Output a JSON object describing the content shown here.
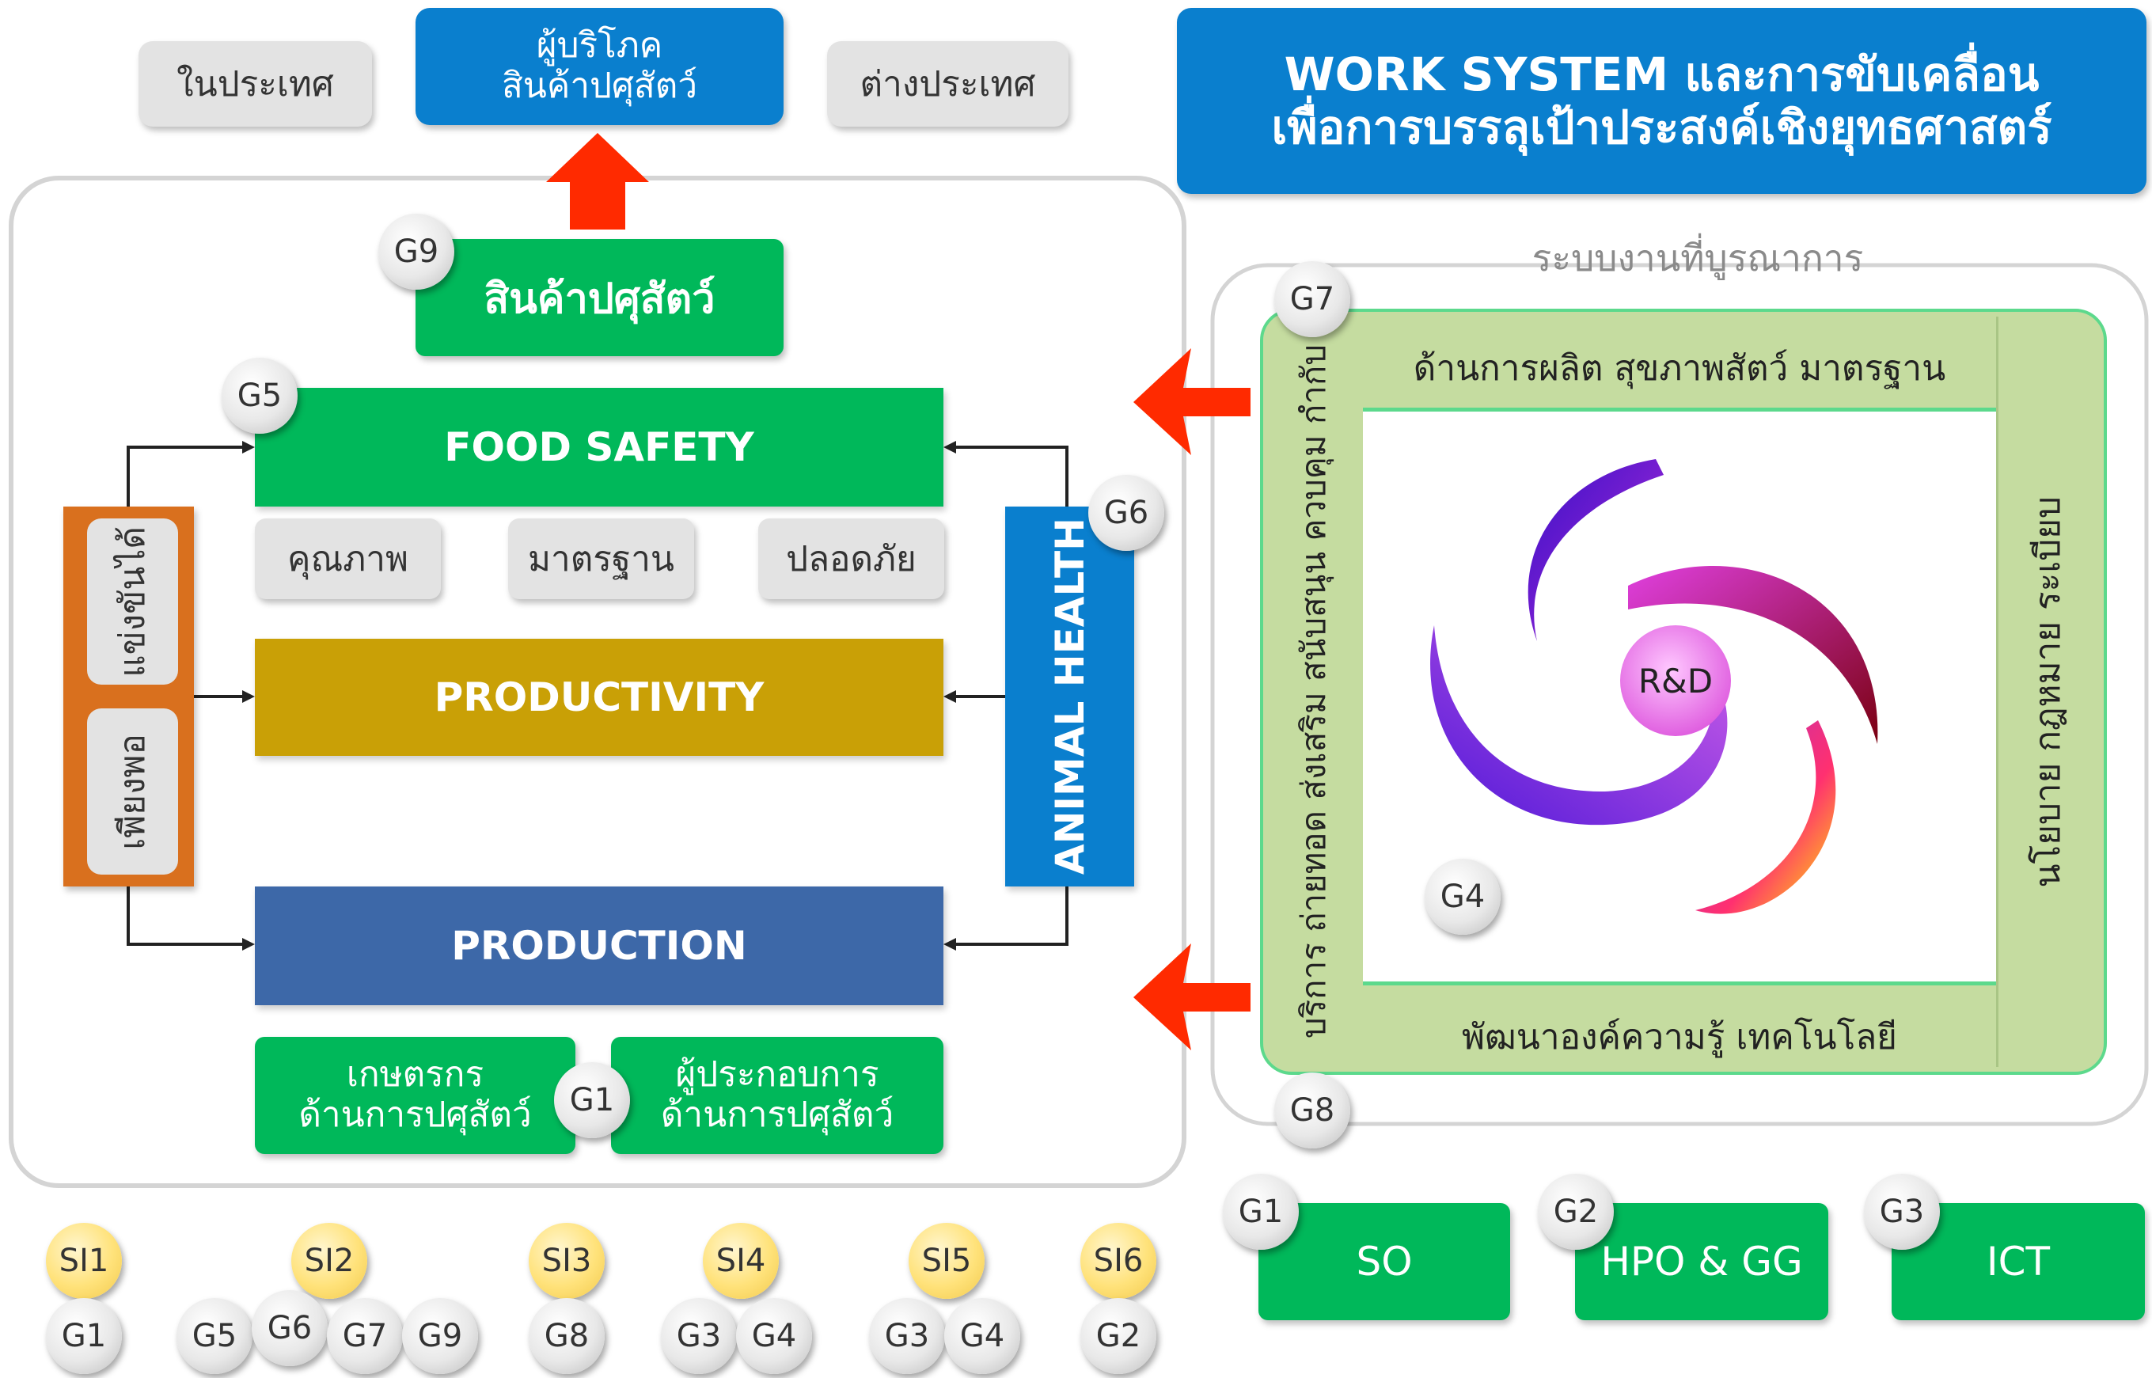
{
  "title": {
    "line1": "WORK SYSTEM และการขับเคลื่อน",
    "line2": "เพื่อการบรรลุเป้าประสงค์เชิงยุทธศาสตร์"
  },
  "top": {
    "domestic": "ในประเทศ",
    "consumer_line1": "ผู้บริโภค",
    "consumer_line2": "สินค้าปศุสัตว์",
    "foreign": "ต่างประเทศ"
  },
  "left": {
    "product": "สินค้าปศุสัตว์",
    "food_safety": "FOOD SAFETY",
    "quality": "คุณภาพ",
    "standard": "มาตรฐาน",
    "safe": "ปลอดภัย",
    "productivity": "PRODUCTIVITY",
    "production": "PRODUCTION",
    "animal_health": "ANIMAL HEALTH",
    "compete": "แข่งขันได้",
    "sufficient": "เพียงพอ",
    "farmer_line1": "เกษตรกร",
    "farmer_line2": "ด้านการปศุสัตว์",
    "entrepreneur_line1": "ผู้ประกอบการ",
    "entrepreneur_line2": "ด้านการปศุสัตว์"
  },
  "right": {
    "integrated_label": "ระบบงานที่บูรณาการ",
    "top_band": "ด้านการผลิต สุขภาพสัตว์ มาตรฐาน",
    "bottom_band": "พัฒนาองค์ความรู้ เทคโนโลยี",
    "left_band": "บริการ ถ่ายทอด ส่งเสริม สนับสนุน ควบคุม กำกับ",
    "right_band": "นโยบาย กฎหมาย ระเบียบ",
    "rd": "R&D"
  },
  "goals": {
    "g1": "G1",
    "g2": "G2",
    "g3": "G3",
    "g4": "G4",
    "g5": "G5",
    "g6": "G6",
    "g7": "G7",
    "g8": "G8",
    "g9": "G9"
  },
  "bottom_boxes": {
    "so": "SO",
    "hpo": "HPO & GG",
    "ict": "ICT"
  },
  "si": [
    "SI1",
    "SI2",
    "SI3",
    "SI4",
    "SI5",
    "SI6"
  ],
  "colors": {
    "green": "#00b85a",
    "blue": "#0a7fce",
    "gold": "#c9a006",
    "production": "#3d68a8",
    "orange": "#d9701e",
    "sage": "#c5dca0",
    "arrow": "#ff2a00"
  }
}
